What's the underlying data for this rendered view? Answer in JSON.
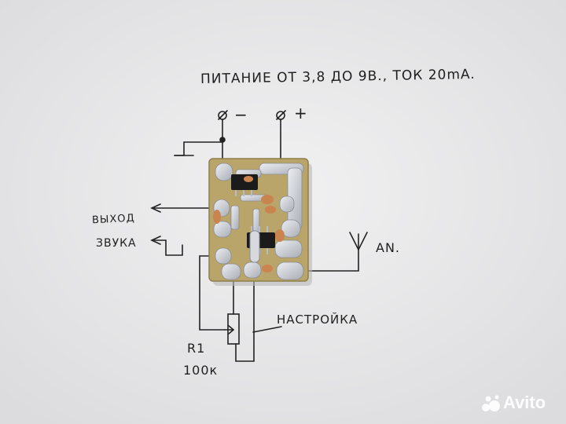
{
  "annotations": {
    "title": "ПИТАНИЕ ОТ 3,8 ДО 9В., ТОК 20mA.",
    "minus": "−",
    "plus": "+",
    "output_line1": "ВЫХОД",
    "output_line2": "ЗВУКА",
    "antenna": "AN.",
    "tuning": "НАСТРОЙКА",
    "resistor_name": "R1",
    "resistor_value": "100к"
  },
  "watermark": {
    "brand": "Avito",
    "icon": "avito-logo-icon"
  },
  "colors": {
    "paper": "#e9e9ea",
    "ink": "#1f1f1f",
    "pcb": "#b9a469",
    "solder": "#c9cbd0",
    "chip": "#1b1b1b",
    "capacitor": "#c9844f"
  }
}
